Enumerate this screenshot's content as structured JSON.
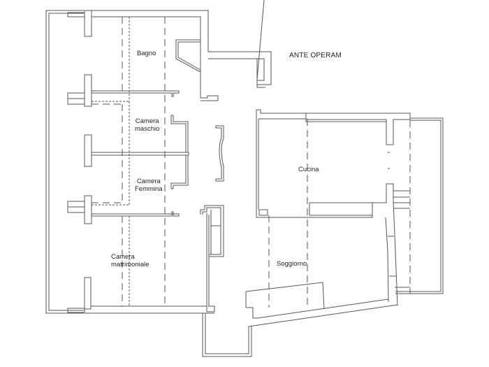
{
  "drawing": {
    "title": "ANTE OPERAM",
    "line_color": "#555555",
    "background": "#ffffff"
  },
  "rooms": {
    "bagno": "Bagno",
    "camera_maschio_1": "Camera",
    "camera_maschio_2": "maschio",
    "camera_femmina_1": "Camera",
    "camera_femmina_2": "Femmina",
    "camera_matrimoniale_1": "Camera",
    "camera_matrimoniale_2": "matrimoniale",
    "cucina": "Cucina",
    "soggiorno": "Soggiorno"
  }
}
